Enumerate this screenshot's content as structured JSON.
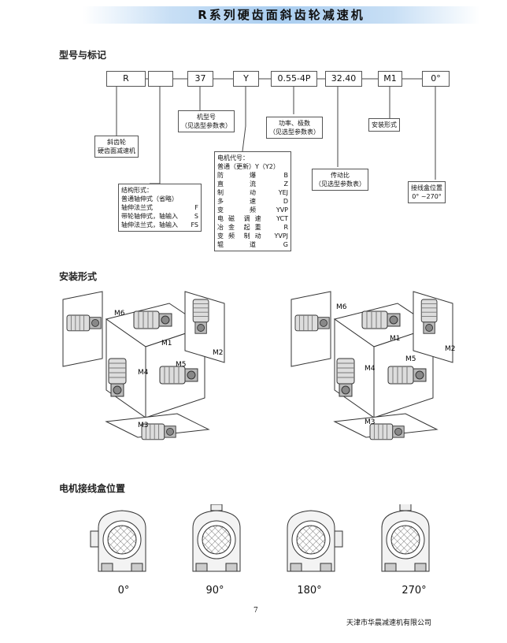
{
  "title": "R系列硬齿面斜齿轮减速机",
  "sections": {
    "model": "型号与标记",
    "mounting": "安装形式",
    "terminal": "电机接线盒位置"
  },
  "model_boxes": {
    "b1": "R",
    "b2": "",
    "b3": "37",
    "b4": "Y",
    "b5": "0.55-4P",
    "b6": "32.40",
    "b7": "M1",
    "b8": "0°"
  },
  "labels": {
    "gear_type": [
      "斜齿轮",
      "硬齿面减速机"
    ],
    "frame": [
      "机型号",
      "（见选型参数表）"
    ],
    "motor_title": [
      "电机代号：",
      "普通（更新）Y（Y2）"
    ],
    "motor_rows": [
      {
        "a": "防",
        "b": "爆",
        "c": "B"
      },
      {
        "a": "直",
        "b": "流",
        "c": "Z"
      },
      {
        "a": "制",
        "b": "动",
        "c": "YEJ"
      },
      {
        "a": "多",
        "b": "速",
        "c": "D"
      },
      {
        "a": "变",
        "b": "频",
        "c": "YVP"
      },
      {
        "a": "电磁",
        "b": "调速",
        "c": "YCT"
      },
      {
        "a": "冶金",
        "b": "起重",
        "c": "R"
      },
      {
        "a": "变频",
        "b": "制动",
        "c": "YVPJ"
      },
      {
        "a": "辊",
        "b": "道",
        "c": "G"
      }
    ],
    "structure_title": "结构形式：",
    "structure_rows": [
      {
        "t": "普通轴伸式（省略）",
        "c": ""
      },
      {
        "t": "轴伸法兰式",
        "c": "F"
      },
      {
        "t": "带轮轴伸式，轴输入",
        "c": "S"
      },
      {
        "t": "轴伸法兰式，轴输入",
        "c": "FS"
      }
    ],
    "power": [
      "功率、极数",
      "（见选型参数表）"
    ],
    "ratio": [
      "传动比",
      "（见选型参数表）"
    ],
    "mount_form": "安装形式",
    "terminal_pos": [
      "接线盒位置",
      "0°  ~270°"
    ]
  },
  "mount_positions": [
    "M1",
    "M2",
    "M3",
    "M4",
    "M5",
    "M6"
  ],
  "angles": [
    "0°",
    "90°",
    "180°",
    "270°"
  ],
  "page_number": "7",
  "company": "天津市华晨减速机有限公司"
}
